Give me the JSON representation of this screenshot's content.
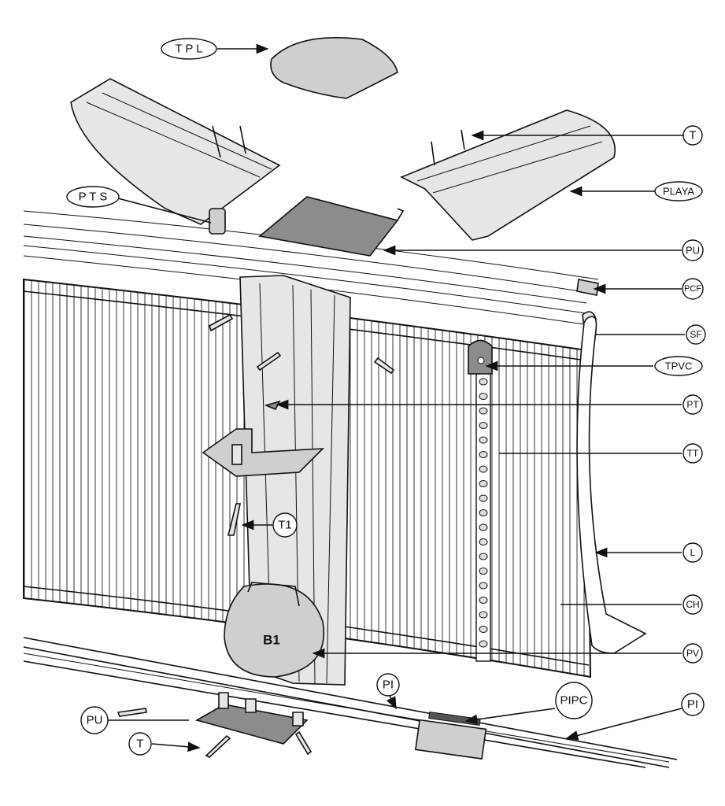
{
  "diagram": {
    "labels": {
      "tpl": "T P L",
      "t_top": "T",
      "playa": "PLAYA",
      "pts": "P T S",
      "pu_top": "PU",
      "pcf": "PCF",
      "sf": "SF",
      "tpvc": "TPVC",
      "pt": "PT",
      "tt": "TT",
      "t1": "T1",
      "l": "L",
      "ch": "CH",
      "b1": "B1",
      "pv": "PV",
      "pi_left": "PI",
      "pipc": "PIPC",
      "pi_right": "PI",
      "pu_bottom": "PU",
      "t_bottom": "T"
    }
  }
}
